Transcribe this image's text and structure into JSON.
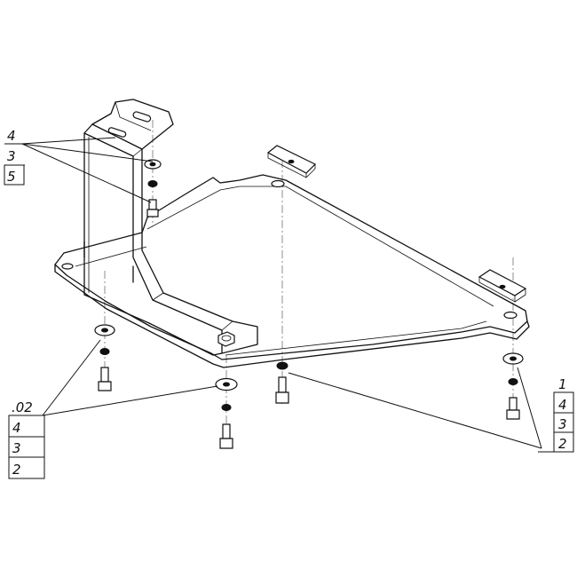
{
  "callouts": {
    "top_left": [
      "4",
      "3",
      "5"
    ],
    "bottom_left": [
      ".02",
      "4",
      "3",
      "2"
    ],
    "right": [
      "1",
      "4",
      "3",
      "2"
    ]
  }
}
